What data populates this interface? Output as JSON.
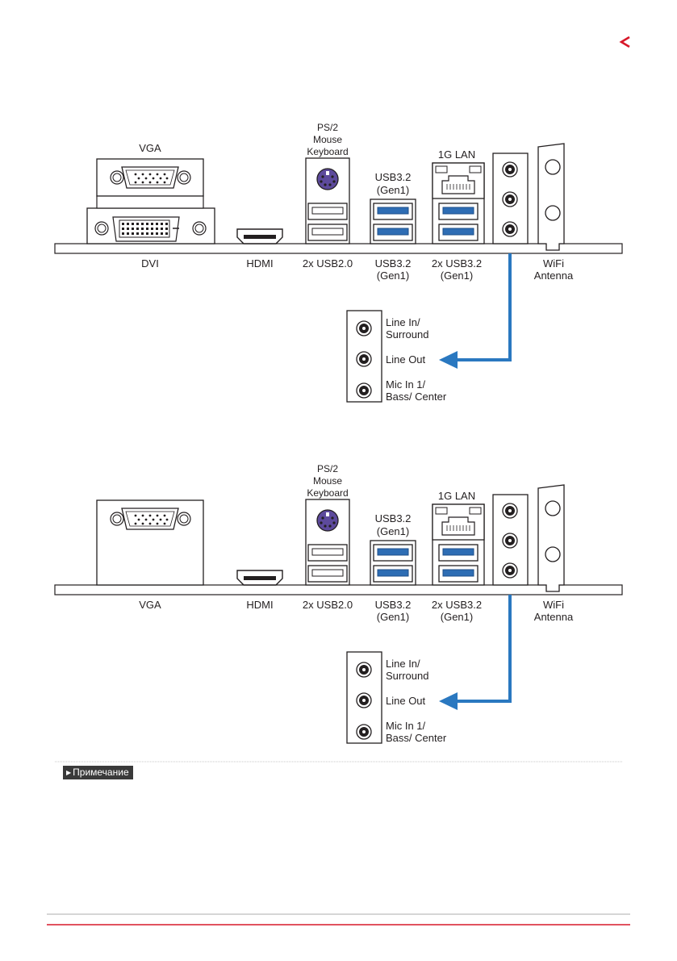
{
  "header": {
    "chevron_icon": "chevron-left-icon",
    "accent_color": "#d7182a"
  },
  "diagram1": {
    "top_labels": {
      "vga": "VGA",
      "ps2": "PS/2",
      "mouse": "Mouse",
      "keyboard": "Keyboard",
      "usb32_a": "USB3.2",
      "usb32_b": "(Gen1)",
      "lan": "1G LAN"
    },
    "bottom_labels": {
      "dvi": "DVI",
      "hdmi": "HDMI",
      "usb20": "2x USB2.0",
      "usb32_a": "USB3.2",
      "usb32_b": "(Gen1)",
      "usb32x2_a": "2x USB3.2",
      "usb32x2_b": "(Gen1)",
      "wifi_a": "WiFi",
      "wifi_b": "Antenna"
    },
    "audio": {
      "line_in_a": "Line In/",
      "line_in_b": "Surround",
      "line_out": "Line Out",
      "mic_a": "Mic In 1/",
      "mic_b": "Bass/ Center"
    }
  },
  "diagram2": {
    "top_labels": {
      "ps2": "PS/2",
      "mouse": "Mouse",
      "keyboard": "Keyboard",
      "usb32_a": "USB3.2",
      "usb32_b": "(Gen1)",
      "lan": "1G LAN"
    },
    "bottom_labels": {
      "vga": "VGA",
      "hdmi": "HDMI",
      "usb20": "2x USB2.0",
      "usb32_a": "USB3.2",
      "usb32_b": "(Gen1)",
      "usb32x2_a": "2x USB3.2",
      "usb32x2_b": "(Gen1)",
      "wifi_a": "WiFi",
      "wifi_b": "Antenna"
    },
    "audio": {
      "line_in_a": "Line In/",
      "line_in_b": "Surround",
      "line_out": "Line Out",
      "mic_a": "Mic In 1/",
      "mic_b": "Bass/ Center"
    }
  },
  "note": {
    "label": "Примечание"
  },
  "colors": {
    "usb3_blue": "#2e6db4",
    "arrow_blue": "#2a78c0",
    "ps2_purple": "#5d4a9c",
    "footer_red": "#d7182a"
  }
}
